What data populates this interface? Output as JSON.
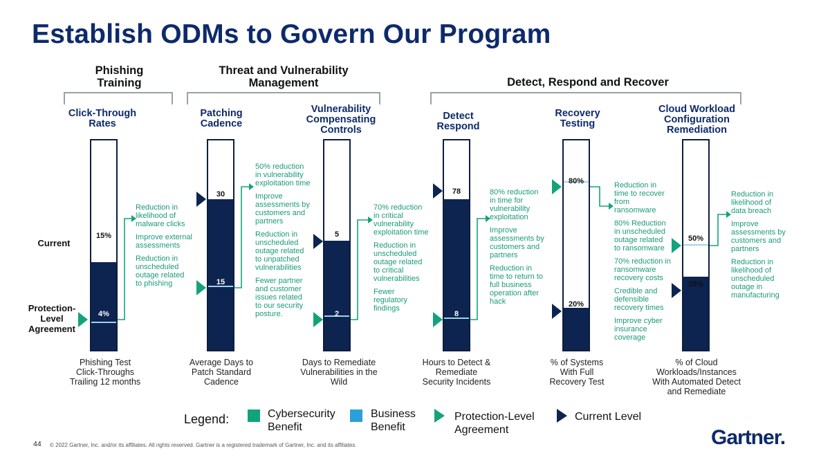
{
  "title": "Establish ODMs to Govern Our Program",
  "groups": [
    {
      "label": "Phishing Training"
    },
    {
      "label": "Threat and Vulnerability Management"
    },
    {
      "label": "Detect, Respond and Recover"
    }
  ],
  "row_labels": {
    "current": "Current",
    "pla": "Protection-Level Agreement"
  },
  "metrics": [
    {
      "name": "Click-Through Rates",
      "current": "15%",
      "pla": "4%",
      "current_fraction": 0.42,
      "pla_fraction": 0.13,
      "footer": "Phishing Test Click-Throughs Trailing 12 months",
      "benefits": [
        "Reduction in likelihood of malware clicks",
        "Improve external assessments",
        "Reduction in unscheduled outage related to phishing"
      ]
    },
    {
      "name": "Patching Cadence",
      "current": "30",
      "pla": "15",
      "current_fraction": 0.72,
      "pla_fraction": 0.3,
      "footer": "Average Days to Patch Standard Cadence",
      "benefits": [
        "50% reduction in vulnerability exploitation time",
        "Improve assessments by customers and partners",
        "Reduction in unscheduled outage related to unpatched vulnerabilities",
        "Fewer partner and customer issues related to our security posture."
      ]
    },
    {
      "name": "Vulnerability Compensating Controls",
      "current": "5",
      "pla": "2",
      "current_fraction": 0.52,
      "pla_fraction": 0.16,
      "footer": "Days to Remediate Vulnerabilities in the Wild",
      "benefits": [
        "70% reduction in critical vulnerability exploitation time",
        "Reduction in unscheduled outage related to critical vulnerabilities",
        "Fewer regulatory findings"
      ]
    },
    {
      "name": "Detect Respond",
      "current": "78",
      "pla": "8",
      "current_fraction": 0.72,
      "pla_fraction": 0.15,
      "footer": "Hours to Detect & Remediate Security Incidents",
      "benefits": [
        "80% reduction in time for vulnerability exploitation",
        "Improve assessments by customers and partners",
        "Reduction in time to return to full business operation after hack"
      ]
    },
    {
      "name": "Recovery Testing",
      "current": "20%",
      "pla": "80%",
      "current_fraction": 0.2,
      "pla_fraction": 0.8,
      "footer": "% of Systems With Full Recovery Test",
      "benefits": [
        "Reduction in time to recover from ransomware",
        "80% Reduction in unscheduled outage related to ransomware",
        "70% reduction in ransomware recovery costs",
        "Credible and defensible recovery times",
        "Improve cyber insurance coverage"
      ]
    },
    {
      "name": "Cloud Workload Configuration Remediation",
      "current": "35%",
      "pla": "50%",
      "current_fraction": 0.35,
      "pla_fraction": 0.5,
      "footer": "% of Cloud Workloads/Instances With Automated Detect and Remediate",
      "benefits": [
        "Reduction in likelihood of data breach",
        "Improve assessments by customers and partners",
        "Reduction in likelihood of unscheduled outage in manufacturing"
      ]
    }
  ],
  "legend": {
    "label": "Legend:",
    "items": [
      {
        "label": "Cybersecurity Benefit",
        "color": "#13a37b"
      },
      {
        "label": "Business Benefit",
        "color": "#2aa0d8"
      },
      {
        "label": "Protection-Level Agreement",
        "color": "#13a37b"
      },
      {
        "label": "Current Level",
        "color": "#0d2450"
      }
    ]
  },
  "footer": {
    "page": "44",
    "copyright": "© 2022 Gartner, Inc. and/or its affiliates. All rights reserved. Gartner is a registered trademark of Gartner, Inc. and its affiliates.",
    "logo": "Gartner."
  },
  "colors": {
    "navy": "#0d2450",
    "green": "#13a37b",
    "blue": "#2aa0d8",
    "title": "#0d2a6b"
  }
}
